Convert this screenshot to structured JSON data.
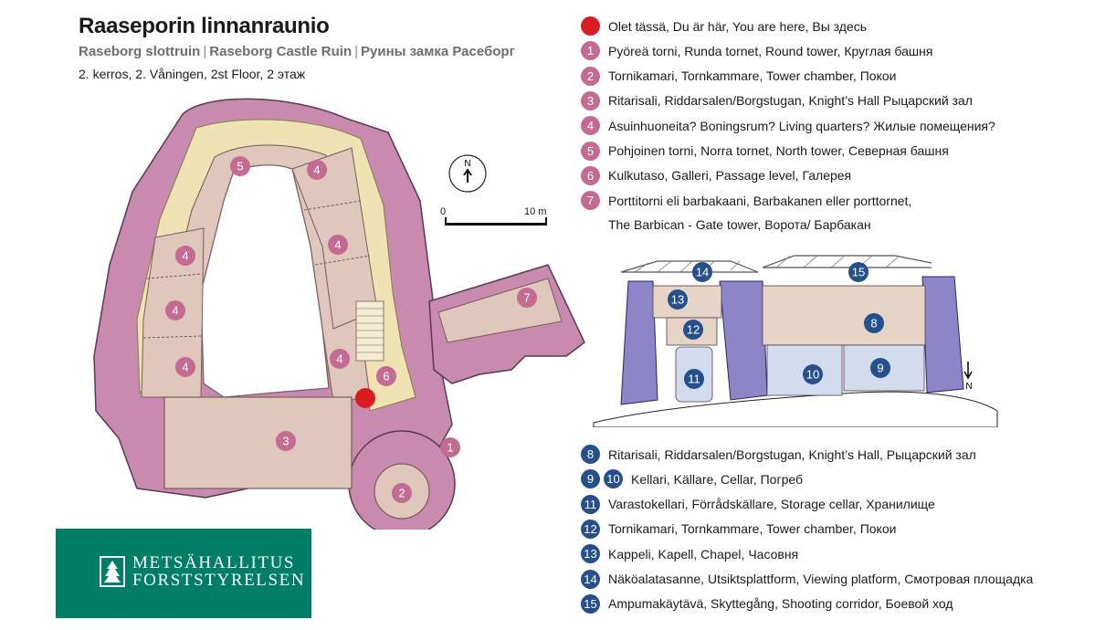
{
  "header": {
    "title": "Raaseporin linnanraunio",
    "subtitle_sv": "Raseborg slottruin",
    "subtitle_en": "Raseborg Castle Ruin",
    "subtitle_ru": "Руины замка Расеборг",
    "separator": "|",
    "floor": "2. kerros, 2. Våningen, 2st Floor, 2 этаж"
  },
  "compass": {
    "label": "N"
  },
  "scale": {
    "start": "0",
    "end": "10 m"
  },
  "section_north": {
    "label": "N"
  },
  "legend_top": [
    {
      "badge": "",
      "color": "red",
      "text": "Olet tässä, Du är här, You are here, Вы здесь"
    },
    {
      "badge": "1",
      "color": "pink",
      "text": "Pyöreä torni, Runda tornet, Round tower, Круглая башня"
    },
    {
      "badge": "2",
      "color": "pink",
      "text": "Tornikamari, Tornkammare, Tower chamber, Покои"
    },
    {
      "badge": "3",
      "color": "pink",
      "text": "Ritarisali, Riddarsalen/Borgstugan, Knight’s Hall Рыцарский зал"
    },
    {
      "badge": "4",
      "color": "pink",
      "text": "Asuinhuoneita? Boningsrum? Living quarters? Жилые помещения?"
    },
    {
      "badge": "5",
      "color": "pink",
      "text": "Pohjoinen torni, Norra tornet, North tower, Северная башня"
    },
    {
      "badge": "6",
      "color": "pink",
      "text": "Kulkutaso, Galleri, Passage level, Галерея"
    },
    {
      "badge": "7",
      "color": "pink",
      "text": "Porttitorni eli barbakaani, Barbakanen eller porttornet,"
    },
    {
      "badge": "",
      "color": "none",
      "text": "The Barbican - Gate tower, Ворота/ Барбакан"
    }
  ],
  "legend_bottom": [
    {
      "badges": [
        "8"
      ],
      "text": "Ritarisali, Riddarsalen/Borgstugan, Knight’s Hall, Рыцарский зал"
    },
    {
      "badges": [
        "9",
        "10"
      ],
      "text": "Kellari, Källare, Cellar, Погреб"
    },
    {
      "badges": [
        "11"
      ],
      "text": "Varastokellari, Förrådskällare, Storage cellar, Хранилище"
    },
    {
      "badges": [
        "12"
      ],
      "text": "Tornikamari, Tornkammare, Tower chamber, Покои"
    },
    {
      "badges": [
        "13"
      ],
      "text": "Kappeli, Kapell, Chapel, Часовня"
    },
    {
      "badges": [
        "14"
      ],
      "text": "Näköalatasanne, Utsiktsplattform, Viewing platform, Смотровая площадка"
    },
    {
      "badges": [
        "15"
      ],
      "text": "Ampumakäytävä, Skyttegång, Shooting corridor, Боевой ход"
    }
  ],
  "plan_markers": [
    {
      "id": "1",
      "name": "room-marker-1-round-tower"
    },
    {
      "id": "2",
      "name": "room-marker-2-tower-chamber"
    },
    {
      "id": "3",
      "name": "room-marker-3-knights-hall"
    },
    {
      "id": "4",
      "name": "room-marker-4-living-quarters"
    },
    {
      "id": "4",
      "name": "room-marker-4-living-quarters"
    },
    {
      "id": "4",
      "name": "room-marker-4-living-quarters"
    },
    {
      "id": "4",
      "name": "room-marker-4-living-quarters"
    },
    {
      "id": "4",
      "name": "room-marker-4-living-quarters"
    },
    {
      "id": "4",
      "name": "room-marker-4-living-quarters"
    },
    {
      "id": "4",
      "name": "room-marker-4-living-quarters"
    },
    {
      "id": "5",
      "name": "room-marker-5-north-tower"
    },
    {
      "id": "6",
      "name": "room-marker-6-passage-level"
    },
    {
      "id": "7",
      "name": "room-marker-7-barbican"
    }
  ],
  "section_markers": [
    "14",
    "15",
    "13",
    "12",
    "8",
    "11",
    "10",
    "9"
  ],
  "logo": {
    "line1": "METSÄHALLITUS",
    "line2": "FORSTSTYRELSEN"
  },
  "colors": {
    "wall": "#c98ab0",
    "room": "#dfc8bb",
    "gallery": "#efe3b4",
    "marker_pink": "#c46b93",
    "marker_blue": "#26508c",
    "here": "#d81e22",
    "section_wall": "#8c86c9",
    "logo_bg": "#007f66"
  }
}
